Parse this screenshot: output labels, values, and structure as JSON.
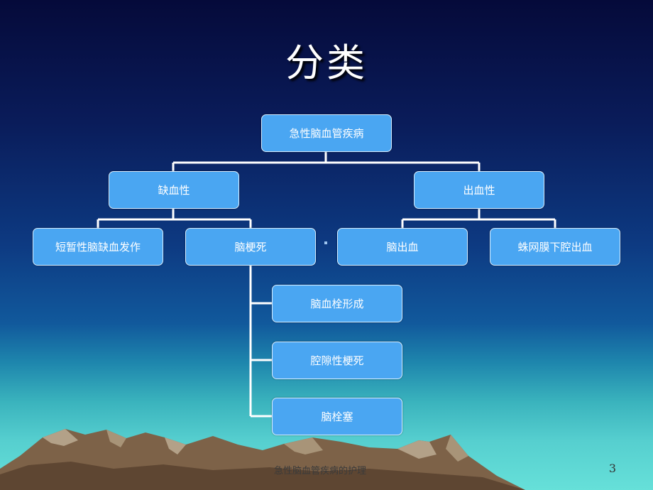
{
  "title": "分类",
  "nodes": {
    "root": "急性脑血管疾病",
    "ischemic": "缺血性",
    "hemorrhagic": "出血性",
    "tia": "短暂性脑缺血发作",
    "infarction": "脑梗死",
    "ich": "脑出血",
    "sah": "蛛网膜下腔出血",
    "thrombosis": "脑血栓形成",
    "lacunar": "腔隙性梗死",
    "embolism": "脑栓塞"
  },
  "footer": {
    "text": "急性脑血管疾病的护理",
    "page_number": "3"
  },
  "colors": {
    "node_fill": "#4aa6f2",
    "node_border": "#d6ecff",
    "connector": "#ffffff"
  }
}
